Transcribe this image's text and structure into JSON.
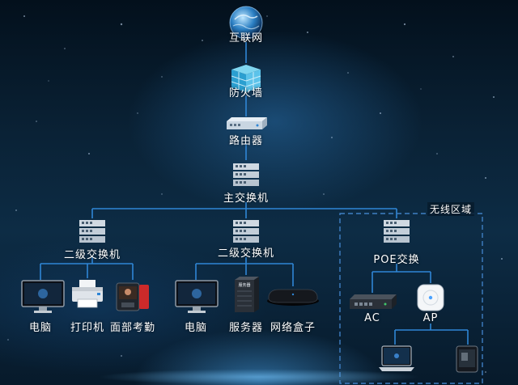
{
  "nodes": {
    "internet": "互联网",
    "firewall": "防火墙",
    "router": "路由器",
    "core_switch": "主交换机",
    "switch_left": "二级交换机",
    "switch_mid": "二级交换机",
    "poe_switch": "POE交换",
    "pc_left": "电脑",
    "printer": "打印机",
    "attendance": "面部考勤",
    "pc_mid": "电脑",
    "server": "服务器",
    "set_top_box": "网络盒子",
    "ac": "AC",
    "ap": "AP"
  },
  "wireless_area": {
    "title": "无线区域"
  },
  "server_badge": "服务器",
  "colors": {
    "line": "#2f86d6",
    "dashed": "#3f7fc4",
    "label": "#ffffff"
  }
}
